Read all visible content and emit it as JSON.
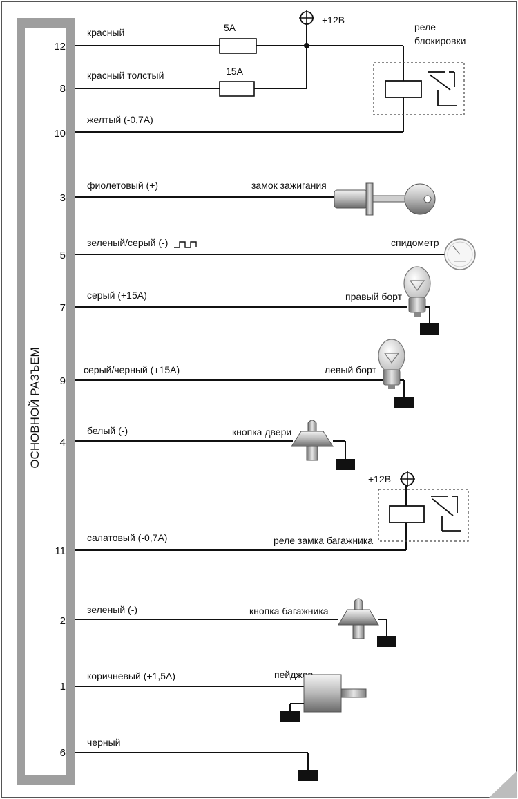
{
  "connector_label": "ОСНОВНОЙ РАЗЪЕМ",
  "supply_label_top": "+12В",
  "supply_label_trunk": "+12В",
  "fuse_5a": "5А",
  "fuse_15a": "15А",
  "relay_block_label": [
    "реле",
    "блокировки"
  ],
  "wires": [
    {
      "pin": "12",
      "color": "красный"
    },
    {
      "pin": "8",
      "color": "красный толстый"
    },
    {
      "pin": "10",
      "color": "желтый (-0,7А)"
    },
    {
      "pin": "3",
      "color": "фиолетовый (+)",
      "device": "замок зажигания"
    },
    {
      "pin": "5",
      "color": "зеленый/серый (-)",
      "device": "спидометр"
    },
    {
      "pin": "7",
      "color": "серый (+15А)",
      "device": "правый борт"
    },
    {
      "pin": "9",
      "color": "серый/черный (+15А)",
      "device": "левый борт"
    },
    {
      "pin": "4",
      "color": "белый (-)",
      "device": "кнопка двери"
    },
    {
      "pin": "11",
      "color": "салатовый (-0,7А)",
      "device": "реле замка багажника"
    },
    {
      "pin": "2",
      "color": "зеленый (-)",
      "device": "кнопка багажника"
    },
    {
      "pin": "1",
      "color": "коричневый (+1,5А)",
      "device": "пейджер"
    },
    {
      "pin": "6",
      "color": "черный"
    }
  ]
}
